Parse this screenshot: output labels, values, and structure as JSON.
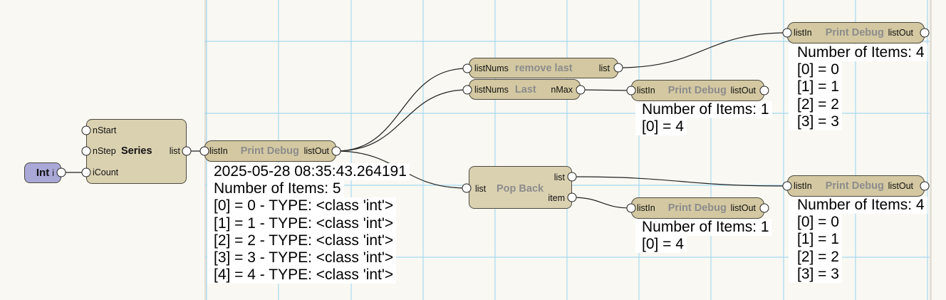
{
  "canvas": {
    "colors": {
      "background": "#f9f8f2",
      "grid": "#a9d9f2",
      "wire": "#222222",
      "node_fill": "#d3c8a1",
      "node_fill_light": "#dad1b1",
      "int_node_fill": "#a9a8d6",
      "node_title": "#8c8c8c",
      "port_fill": "#ffffff"
    }
  },
  "nodes": {
    "int_node": {
      "title": "Int",
      "output": "i"
    },
    "series": {
      "title": "Series",
      "inputs": [
        "nStart",
        "nStep",
        "iCount"
      ],
      "output": "list"
    },
    "print_debug_main": {
      "title": "Print Debug",
      "input": "listIn",
      "output": "listOut",
      "log": [
        "2025-05-28 08:35:43.264191",
        "Number of Items: 5",
        "[0] = 0 - TYPE: <class 'int'>",
        "[1] = 1 - TYPE: <class 'int'>",
        "[2] = 2 - TYPE: <class 'int'>",
        "[3] = 3 - TYPE: <class 'int'>",
        "[4] = 4 - TYPE: <class 'int'>"
      ]
    },
    "remove_last": {
      "title": "remove last",
      "input": "listNums",
      "output": "list"
    },
    "last": {
      "title": "Last",
      "input": "listNums",
      "output": "nMax"
    },
    "print_debug_last": {
      "title": "Print Debug",
      "input": "listIn",
      "output": "listOut",
      "log": [
        "Number of Items: 1",
        "[0] = 4"
      ]
    },
    "print_debug_remove_last": {
      "title": "Print Debug",
      "input": "listIn",
      "output": "listOut",
      "log": [
        "Number of Items: 4",
        "[0] = 0",
        "[1] = 1",
        "[2] = 2",
        "[3] = 3"
      ]
    },
    "pop_back": {
      "title": "Pop Back",
      "input": "list",
      "outputs": [
        "list",
        "item"
      ]
    },
    "print_debug_pop_item": {
      "title": "Print Debug",
      "input": "listIn",
      "output": "listOut",
      "log": [
        "Number of Items: 1",
        "[0] = 4"
      ]
    },
    "print_debug_pop_list": {
      "title": "Print Debug",
      "input": "listIn",
      "output": "listOut",
      "log": [
        "Number of Items: 4",
        "[0] = 0",
        "[1] = 1",
        "[2] = 2",
        "[3] = 3"
      ]
    }
  }
}
